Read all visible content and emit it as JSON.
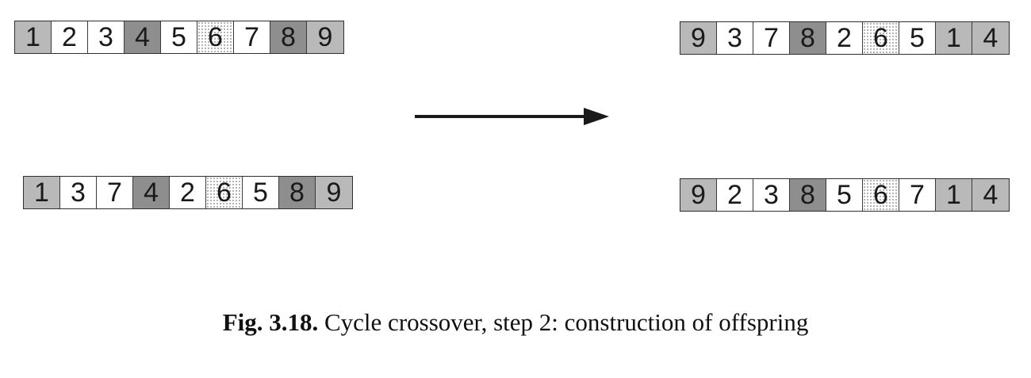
{
  "chromosomes": {
    "parent_top": {
      "genes": [
        "1",
        "2",
        "3",
        "4",
        "5",
        "6",
        "7",
        "8",
        "9"
      ],
      "shades": [
        "light",
        "white",
        "white",
        "dark",
        "white",
        "dotted",
        "white",
        "dark",
        "light"
      ]
    },
    "parent_bottom": {
      "genes": [
        "1",
        "3",
        "7",
        "4",
        "2",
        "6",
        "5",
        "8",
        "9"
      ],
      "shades": [
        "light",
        "white",
        "white",
        "dark",
        "white",
        "dotted",
        "white",
        "dark",
        "light"
      ]
    },
    "child_top": {
      "genes": [
        "9",
        "3",
        "7",
        "8",
        "2",
        "6",
        "5",
        "1",
        "4"
      ],
      "shades": [
        "light",
        "white",
        "white",
        "dark",
        "white",
        "dotted",
        "white",
        "light",
        "light"
      ]
    },
    "child_bottom": {
      "genes": [
        "9",
        "2",
        "3",
        "8",
        "5",
        "6",
        "7",
        "1",
        "4"
      ],
      "shades": [
        "light",
        "white",
        "white",
        "dark",
        "white",
        "dotted",
        "white",
        "light",
        "light"
      ]
    }
  },
  "caption": {
    "label": "Fig. 3.18.",
    "text": "Cycle crossover, step 2: construction of offspring"
  },
  "colors": {
    "light": "#b9b9b9",
    "dark": "#8e8e8e",
    "white": "#ffffff",
    "outline": "#2f2f2f",
    "arrow": "#1a1a1a"
  }
}
